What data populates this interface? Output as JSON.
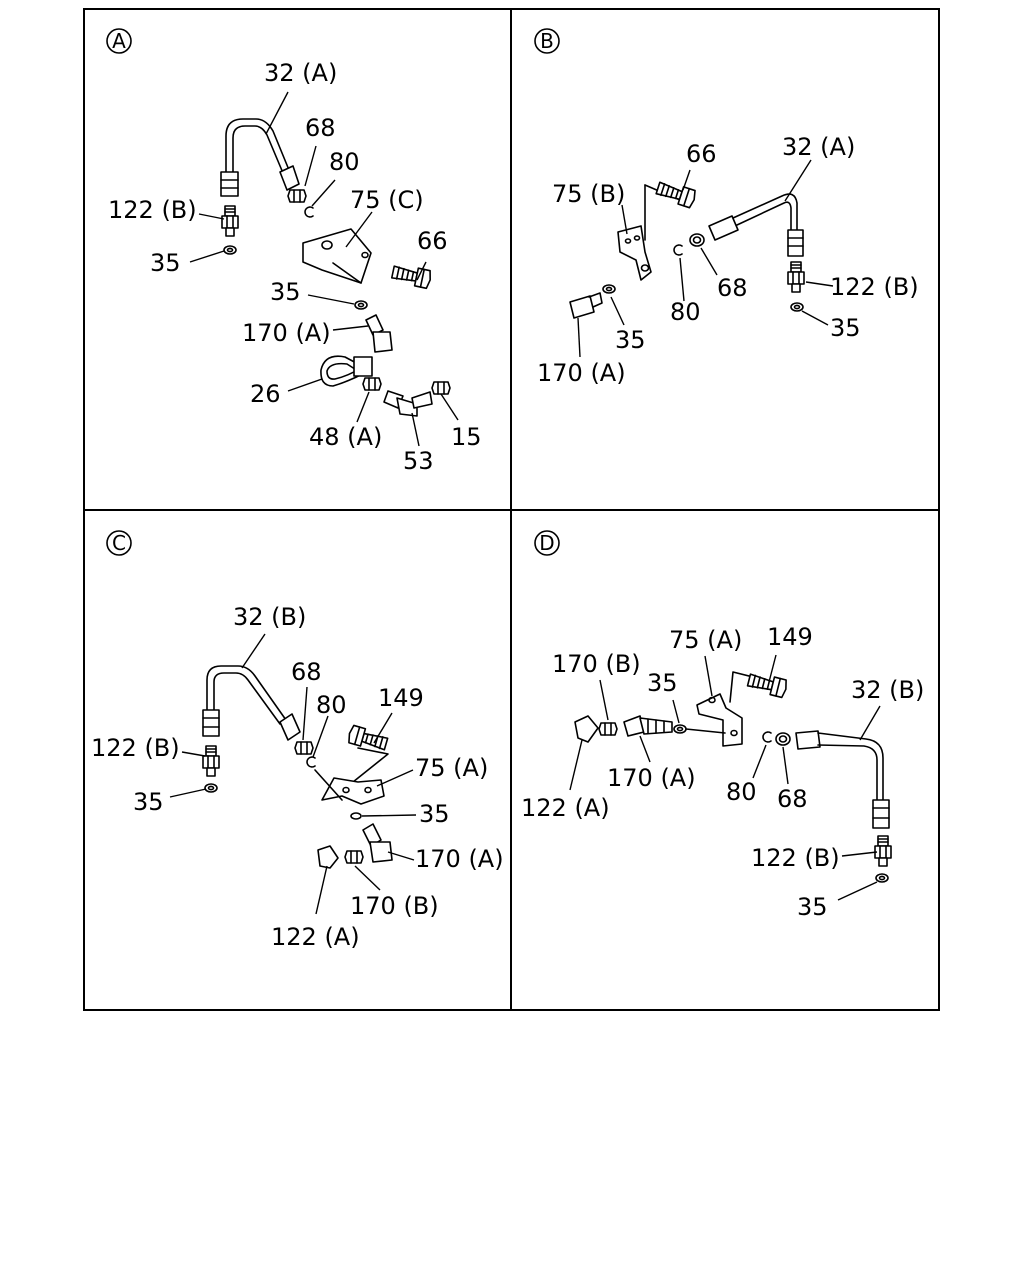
{
  "panels": {
    "A": {
      "marker": "A",
      "labels": {
        "l32a": "32 (A)",
        "l68": "68",
        "l80": "80",
        "l75c": "75 (C)",
        "l66": "66",
        "l122b": "122 (B)",
        "l35a": "35",
        "l35b": "35",
        "l170a": "170 (A)",
        "l26": "26",
        "l48a": "48 (A)",
        "l53": "53",
        "l15": "15"
      }
    },
    "B": {
      "marker": "B",
      "labels": {
        "l66": "66",
        "l32a": "32 (A)",
        "l75b": "75 (B)",
        "l68": "68",
        "l122b": "122 (B)",
        "l80": "80",
        "l35a": "35",
        "l35b": "35",
        "l170a": "170 (A)"
      }
    },
    "C": {
      "marker": "C",
      "labels": {
        "l32b": "32 (B)",
        "l68": "68",
        "l80": "80",
        "l149": "149",
        "l122b": "122 (B)",
        "l75a": "75 (A)",
        "l35a": "35",
        "l35b": "35",
        "l170a": "170 (A)",
        "l170b": "170 (B)",
        "l122a": "122 (A)"
      }
    },
    "D": {
      "marker": "D",
      "labels": {
        "l75a": "75 (A)",
        "l149": "149",
        "l170b": "170 (B)",
        "l35a": "35",
        "l32b": "32 (B)",
        "l170a": "170 (A)",
        "l122a": "122 (A)",
        "l80": "80",
        "l68": "68",
        "l122b": "122 (B)",
        "l35b": "35"
      }
    }
  }
}
